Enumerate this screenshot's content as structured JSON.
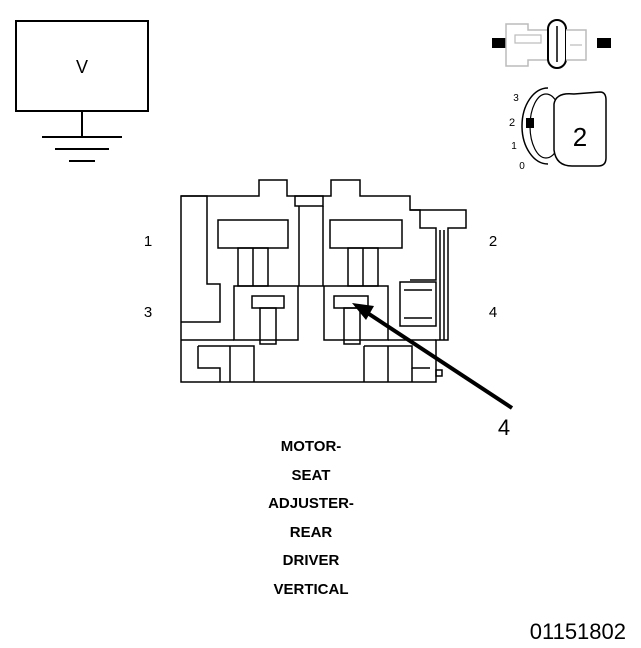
{
  "voltmeter": {
    "label": "V"
  },
  "key_switch": {
    "position_labels": [
      "3",
      "2",
      "1",
      "0"
    ],
    "position_number": "2"
  },
  "connector": {
    "cavity_labels": {
      "top_left": "1",
      "top_right": "2",
      "bottom_left": "3",
      "bottom_right": "4"
    },
    "callout": "4"
  },
  "caption": {
    "lines": [
      "MOTOR-",
      "SEAT",
      "ADJUSTER-",
      "REAR",
      "DRIVER",
      "VERTICAL"
    ]
  },
  "figure_id": "01151802",
  "colors": {
    "line": "#000000",
    "light_line": "#bbbbbb",
    "background": "#ffffff"
  }
}
